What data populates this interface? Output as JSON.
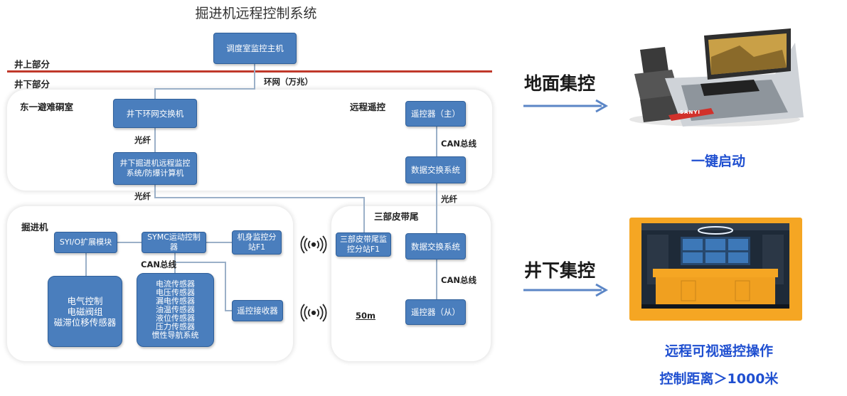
{
  "title": "掘进机远程控制系统",
  "levels": {
    "above": "井上部分",
    "below": "井下部分"
  },
  "zones": {
    "east_shelter": "东一避难硐室",
    "remote_control": "远程遥控",
    "roadheader": "掘进机",
    "belt_tail": "三部皮带尾"
  },
  "nodes": {
    "dispatch_host": "调度室监控主机",
    "ring_switch": "井下环网交换机",
    "monitor_computer": "井下掘进机远程监控系统/防爆计算机",
    "remote_master": "遥控器（主）",
    "data_switch_top": "数据交换系统",
    "io_module": "SYI/O扩展模块",
    "symc_controller": "SYMC运动控制器",
    "body_station": "机身监控分站F1",
    "belt_station": "三部皮带尾监控分站F1",
    "data_switch_bottom": "数据交换系统",
    "electric_group": "电气控制\n电磁阀组\n磁滞位移传感器",
    "sensor_group": "电流传感器\n电压传感器\n漏电传感器\n油温传感器\n液位传感器\n压力传感器\n惯性导航系统",
    "remote_receiver": "遥控接收器",
    "remote_slave": "遥控器（从）"
  },
  "link_labels": {
    "ring_net": "环网（万兆）",
    "fiber_1": "光纤",
    "fiber_2": "光纤",
    "fiber_3": "光纤",
    "can_1": "CAN总线",
    "can_2": "CAN总线",
    "can_3": "CAN总线",
    "distance": "50m"
  },
  "right_panel": {
    "surface_label": "地面集控",
    "surface_caption": "一键启动",
    "underground_label": "井下集控",
    "underground_caption_1": "远程可视遥控操作",
    "underground_caption_2": "控制距离＞1000米",
    "brand_text": "SANYI"
  },
  "colors": {
    "node_fill": "#4a7ebd",
    "divider_red": "#c0392b",
    "caption_blue": "#1f4fd0",
    "arrow_blue": "#5b86c6",
    "console_orange": "#f5a623"
  }
}
